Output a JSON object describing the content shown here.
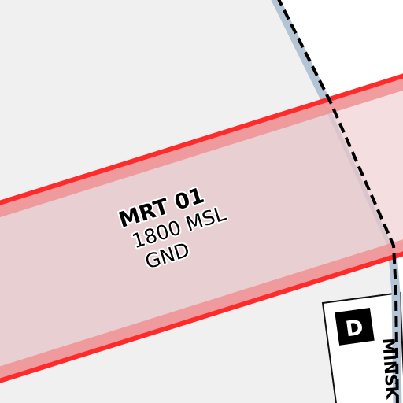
{
  "airspace": {
    "name": "MRT 01",
    "upper_limit": "1800 MSL",
    "lower_limit": "GND",
    "border_color": "#ff2a2a",
    "fill_color": "#e8c8c8"
  },
  "airport_class": {
    "letter": "D"
  },
  "road": {
    "name": "MINSK"
  },
  "boundary": {
    "style": "dashed",
    "color": "#000000"
  },
  "colors": {
    "land": "#f0f0f0",
    "outside_area": "#ffffff",
    "river": "#b8c8d8"
  }
}
